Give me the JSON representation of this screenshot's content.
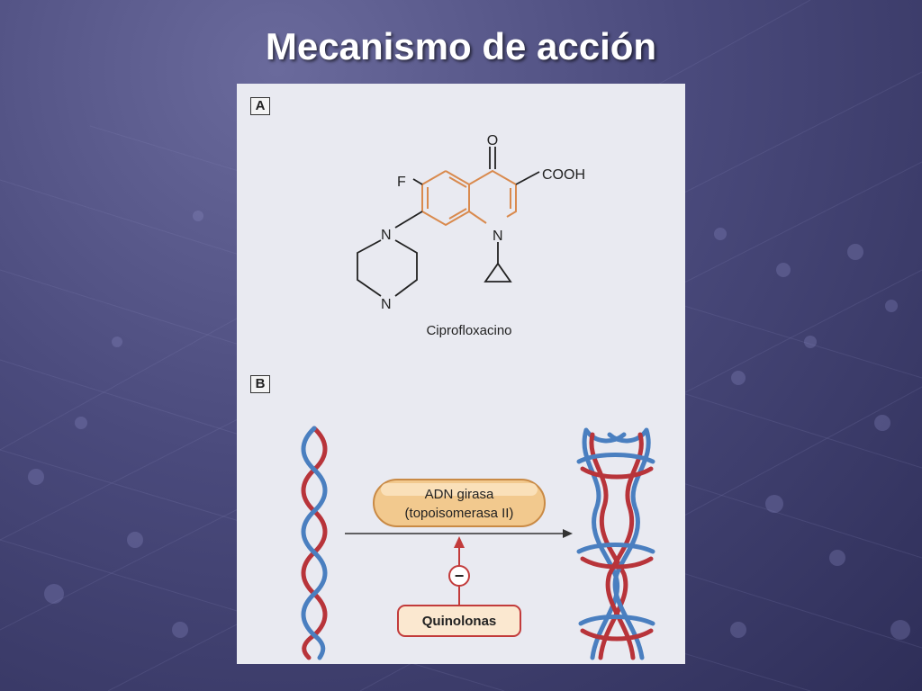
{
  "slide": {
    "title": "Mecanismo de acción"
  },
  "panel_a": {
    "label": "A",
    "atoms": {
      "oxygen": "O",
      "carboxyl": "COOH",
      "fluorine": "F",
      "nitrogen_ring": "N",
      "nitrogen_piperazine_top": "N",
      "nitrogen_piperazine_bottom": "N"
    },
    "caption": "Ciprofloxacino"
  },
  "panel_b": {
    "label": "B",
    "enzyme_line1": "ADN girasa",
    "enzyme_line2": "(topoisomerasa II)",
    "inhibition_symbol": "−",
    "drug_label": "Quinolonas"
  },
  "colors": {
    "strand_red": "#b8343a",
    "strand_blue": "#4a7fc0",
    "quinolone_ring": "#d98a4e",
    "pill_fill": "#f2c98e",
    "arrow_red": "#c23b3b"
  }
}
